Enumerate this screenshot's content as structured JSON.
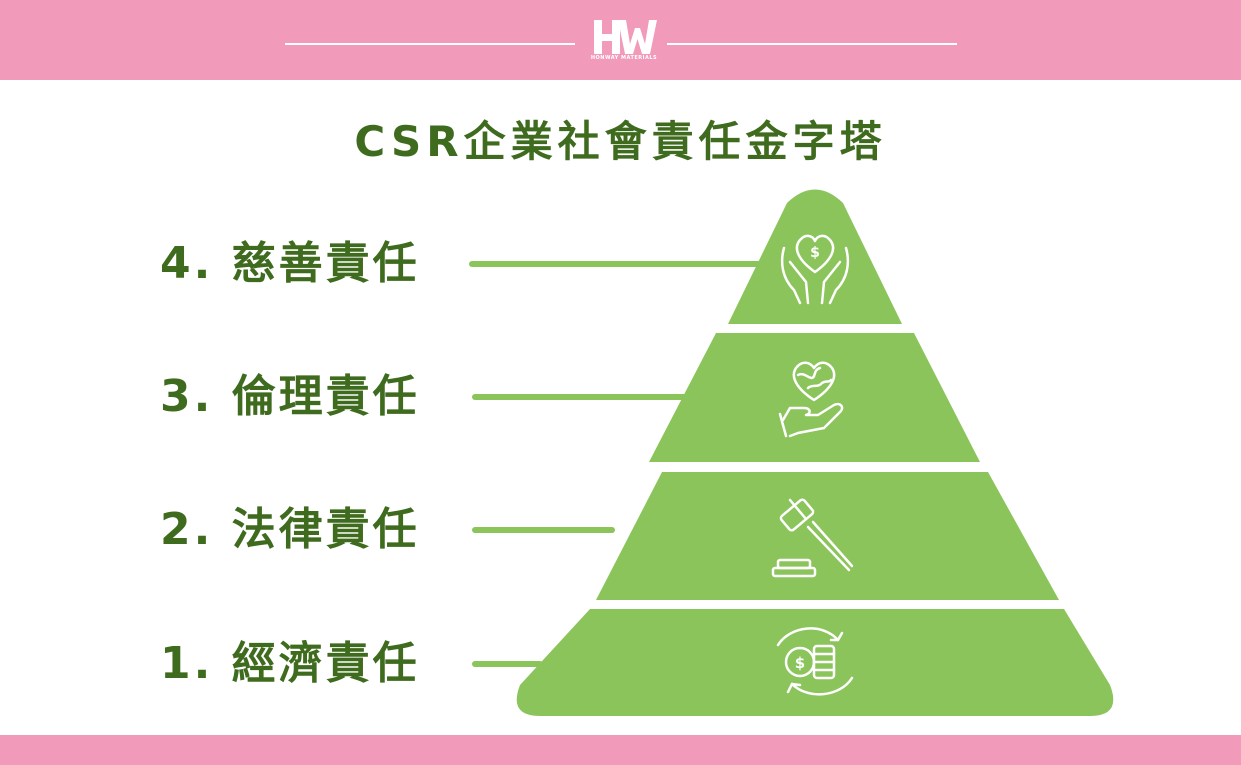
{
  "header": {
    "band_color": "#f19aba",
    "logo_text": "HW",
    "logo_caption": "HONWAY MATERIALS"
  },
  "title": "CSR企業社會責任金字塔",
  "colors": {
    "text_green": "#3f6b1e",
    "pyramid_green": "#8bc45b",
    "connector_green": "#8bc45b"
  },
  "levels": [
    {
      "label": "4. 慈善責任",
      "icon": "heart-dollar-hands-icon"
    },
    {
      "label": "3. 倫理責任",
      "icon": "globe-heart-hand-icon"
    },
    {
      "label": "2. 法律責任",
      "icon": "gavel-icon"
    },
    {
      "label": "1. 經濟責任",
      "icon": "money-cycle-icon"
    }
  ]
}
